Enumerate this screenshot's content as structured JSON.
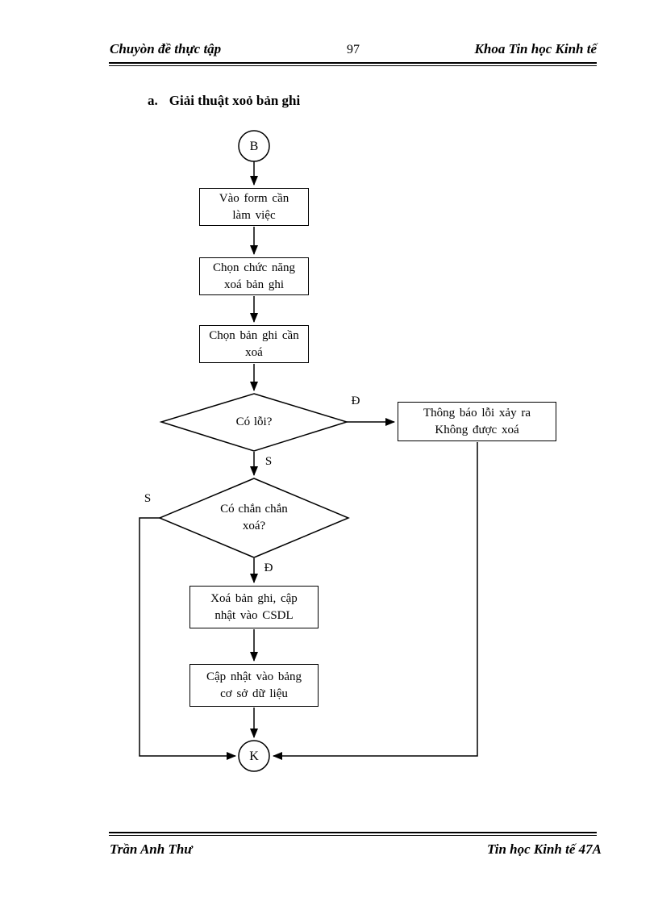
{
  "header": {
    "left": "Chuyòn đề thực tập",
    "page_number": "97",
    "right": "Khoa Tin học Kinh tế"
  },
  "section_title": {
    "index": "a.",
    "text": "Giải thuật xoỏ bản ghi"
  },
  "flowchart": {
    "start": {
      "label": "B"
    },
    "end": {
      "label": "K"
    },
    "box_enter_form": {
      "line1": "Vào form cần",
      "line2": "làm việc"
    },
    "box_choose_function": {
      "line1": "Chọn chức năng",
      "line2": "xoá bản ghi"
    },
    "box_choose_record": {
      "line1": "Chọn bản ghi cần",
      "line2": "xoá"
    },
    "diamond_has_error": {
      "line1": "Có lỗi?"
    },
    "box_error_message": {
      "line1": "Thông báo lỗi xảy ra",
      "line2": "Không được xoá"
    },
    "diamond_confirm": {
      "line1": "Có chắn chắn",
      "line2": "xoá?"
    },
    "box_delete_record": {
      "line1": "Xoá bản ghi, cập",
      "line2": "nhật vào CSDL"
    },
    "box_update_table": {
      "line1": "Cập nhật vào bảng",
      "line2": "cơ sở dữ liệu"
    },
    "branch_labels": {
      "error_yes": "Đ",
      "error_no": "S",
      "confirm_no": "S",
      "confirm_yes": "Đ"
    },
    "line_color": "#000000"
  },
  "footer": {
    "left": "Trần Anh Thư",
    "right": "Tin học Kinh tế 47A"
  }
}
